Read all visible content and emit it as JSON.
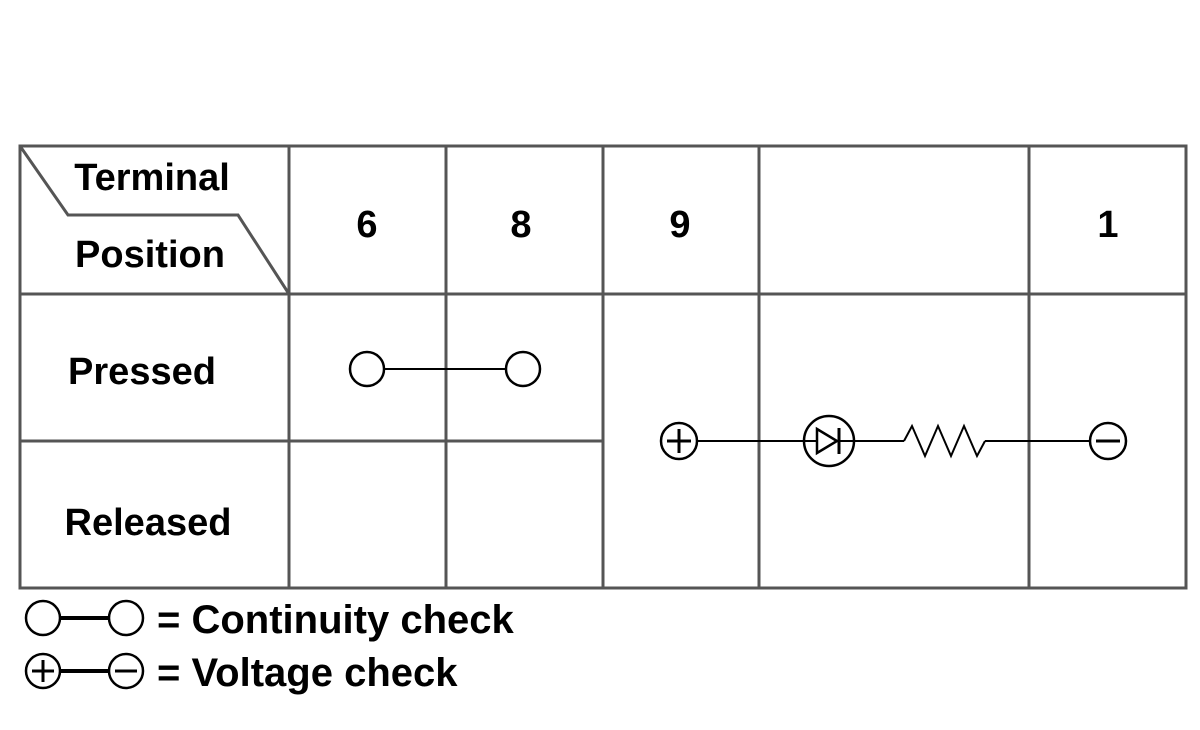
{
  "table": {
    "corner": {
      "top": "Terminal",
      "bottom": "Position"
    },
    "terminals": [
      "6",
      "8",
      "9",
      "",
      "1"
    ],
    "rows": [
      {
        "label": "Pressed"
      },
      {
        "label": "Released"
      }
    ]
  },
  "connections": {
    "continuity": {
      "row": "Pressed",
      "from": "6",
      "to": "8"
    },
    "voltage": {
      "from": "9",
      "to": "1",
      "components": [
        "plus-terminal-icon",
        "diode-icon",
        "resistor-icon",
        "minus-terminal-icon"
      ]
    }
  },
  "legend": {
    "continuity_text": "= Continuity check",
    "voltage_text": "= Voltage check"
  }
}
